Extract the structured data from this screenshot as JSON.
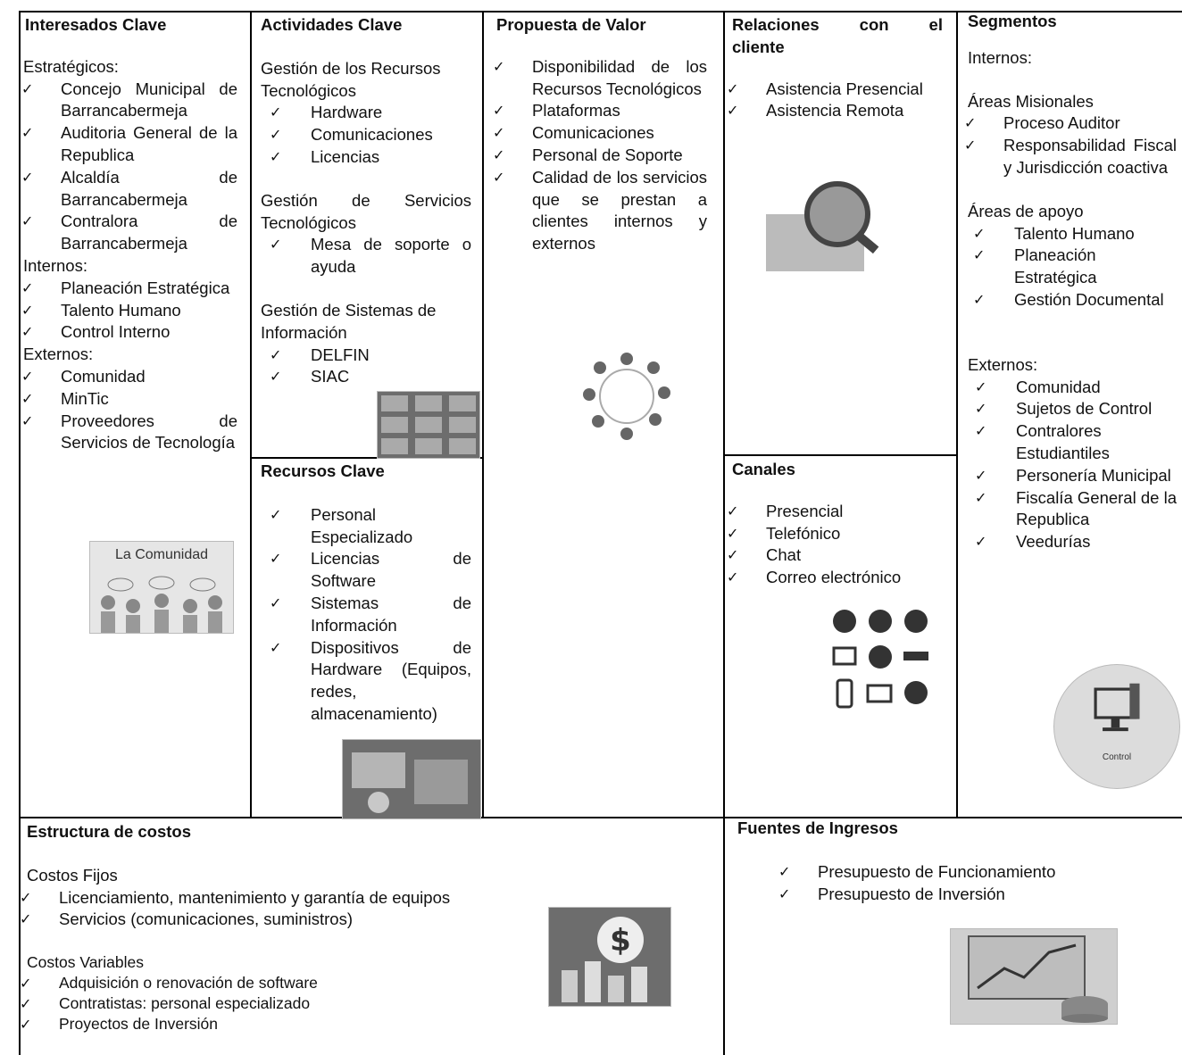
{
  "interesados": {
    "title": "Interesados Clave",
    "strategic_label": "Estratégicos:",
    "strategic": [
      "Concejo Municipal de Barrancabermeja",
      "Auditoria General de la Republica",
      "Alcaldía de Barrancabermeja",
      "Contralora de Barrancabermeja"
    ],
    "internal_label": "Internos:",
    "internal": [
      "Planeación Estratégica",
      "Talento Humano",
      "Control Interno"
    ],
    "external_label": "Externos:",
    "external": [
      "Comunidad",
      "MinTic",
      "Proveedores de Servicios de Tecnología"
    ],
    "image_text": "La Comunidad"
  },
  "actividades": {
    "title": "Actividades Clave",
    "group1_label": "Gestión de los Recursos Tecnológicos",
    "group1": [
      "Hardware",
      "Comunicaciones",
      "Licencias"
    ],
    "group2_label": "Gestión de Servicios Tecnológicos",
    "group2": [
      "Mesa de soporte o ayuda"
    ],
    "group3_label": "Gestión de Sistemas de Información",
    "group3": [
      "DELFIN",
      "SIAC"
    ]
  },
  "recursos": {
    "title": "Recursos Clave",
    "items": [
      "Personal Especializado",
      "Licencias de Software",
      "Sistemas de Información",
      "Dispositivos de Hardware (Equipos, redes, almacenamiento)"
    ]
  },
  "propuesta": {
    "title": "Propuesta de Valor",
    "items": [
      "Disponibilidad de los Recursos Tecnológicos",
      "Plataformas",
      "Comunicaciones",
      "Personal de Soporte",
      "Calidad de los servicios que se prestan a clientes internos y externos"
    ]
  },
  "relaciones": {
    "title_words": [
      "Relaciones",
      "con",
      "el"
    ],
    "title_line2": "cliente",
    "items": [
      "Asistencia Presencial",
      "Asistencia Remota"
    ]
  },
  "canales": {
    "title": "Canales",
    "items": [
      "Presencial",
      "Telefónico",
      "Chat",
      "Correo electrónico"
    ]
  },
  "segmentos": {
    "title": "Segmentos",
    "internal_label": "Internos:",
    "misional_label": "Áreas Misionales",
    "misional": [
      "Proceso Auditor",
      "Responsabilidad Fiscal y Jurisdicción coactiva"
    ],
    "apoyo_label": "Áreas de apoyo",
    "apoyo": [
      "Talento Humano",
      "Planeación Estratégica",
      "Gestión Documental"
    ],
    "external_label": "Externos:",
    "external": [
      "Comunidad",
      "Sujetos de Control",
      "Contralores Estudiantiles",
      "Personería Municipal",
      "Fiscalía General de la Republica",
      "Veedurías"
    ],
    "image_text": "Control"
  },
  "costos": {
    "title": "Estructura de costos",
    "fixed_label": "Costos Fijos",
    "fixed": [
      "Licenciamiento, mantenimiento y garantía de equipos",
      "Servicios (comunicaciones, suministros)"
    ],
    "variable_label": "Costos Variables",
    "variable": [
      "Adquisición o renovación de software",
      "Contratistas: personal especializado",
      "Proyectos de Inversión"
    ]
  },
  "ingresos": {
    "title": "Fuentes de Ingresos",
    "items": [
      "Presupuesto de Funcionamiento",
      "Presupuesto de Inversión"
    ]
  }
}
